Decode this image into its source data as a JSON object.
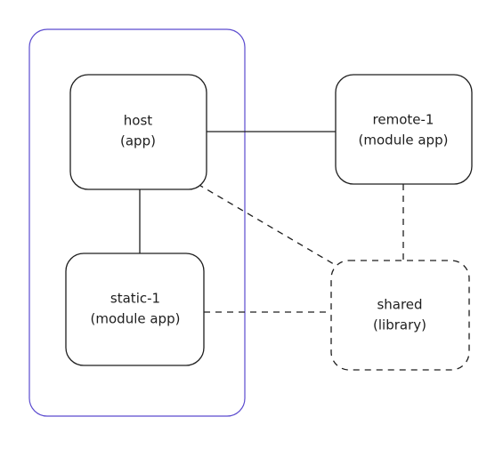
{
  "colors": {
    "group_border": "#5b4bcf",
    "node_border": "#1e1e1e",
    "text": "#1e1e1e",
    "background": "#ffffff"
  },
  "nodes": {
    "host": {
      "line1": "host",
      "line2": "(app)"
    },
    "remote": {
      "line1": "remote-1",
      "line2": "(module app)"
    },
    "static": {
      "line1": "static-1",
      "line2": "(module app)"
    },
    "shared": {
      "line1": "shared",
      "line2": "(library)"
    }
  },
  "edges": [
    {
      "from": "host",
      "to": "remote",
      "style": "solid"
    },
    {
      "from": "host",
      "to": "static",
      "style": "solid"
    },
    {
      "from": "host",
      "to": "shared",
      "style": "dashed"
    },
    {
      "from": "remote",
      "to": "shared",
      "style": "dashed"
    },
    {
      "from": "static",
      "to": "shared",
      "style": "dashed"
    }
  ]
}
